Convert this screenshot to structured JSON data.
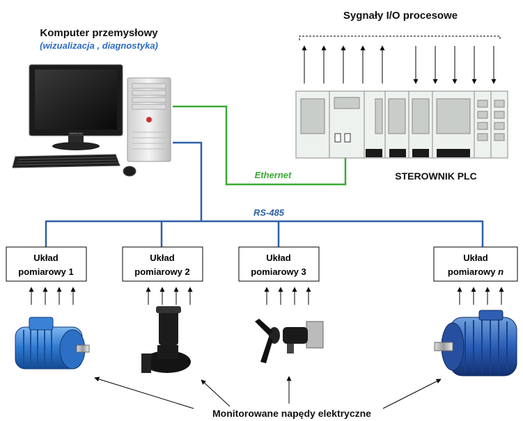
{
  "computer": {
    "title": "Komputer przemysłowy",
    "subtitle": "(wizualizacja , diagnostyka)",
    "monitor_brand": "SAMSUNG"
  },
  "io_signals": {
    "title": "Sygnały I/O procesowe"
  },
  "plc": {
    "label": "STEROWNIK PLC"
  },
  "networks": {
    "ethernet": "Ethernet",
    "rs485": "RS-485",
    "ethernet_color": "#3aaa35",
    "rs485_color": "#2d5fa8"
  },
  "units": [
    {
      "line1": "Układ",
      "line2": "pomiarowy 1"
    },
    {
      "line1": "Układ",
      "line2": "pomiarowy 2"
    },
    {
      "line1": "Układ",
      "line2": "pomiarowy 3"
    },
    {
      "line1": "Układ",
      "line2": "pomiarowy ",
      "line2_italic": "n"
    }
  ],
  "drives": {
    "caption": "Monitorowane napędy elektryczne"
  },
  "icons": [
    "computer-icon",
    "monitor-icon",
    "keyboard-icon",
    "mouse-icon",
    "plc-icon",
    "motor-icon",
    "pump-icon",
    "mixer-icon"
  ]
}
